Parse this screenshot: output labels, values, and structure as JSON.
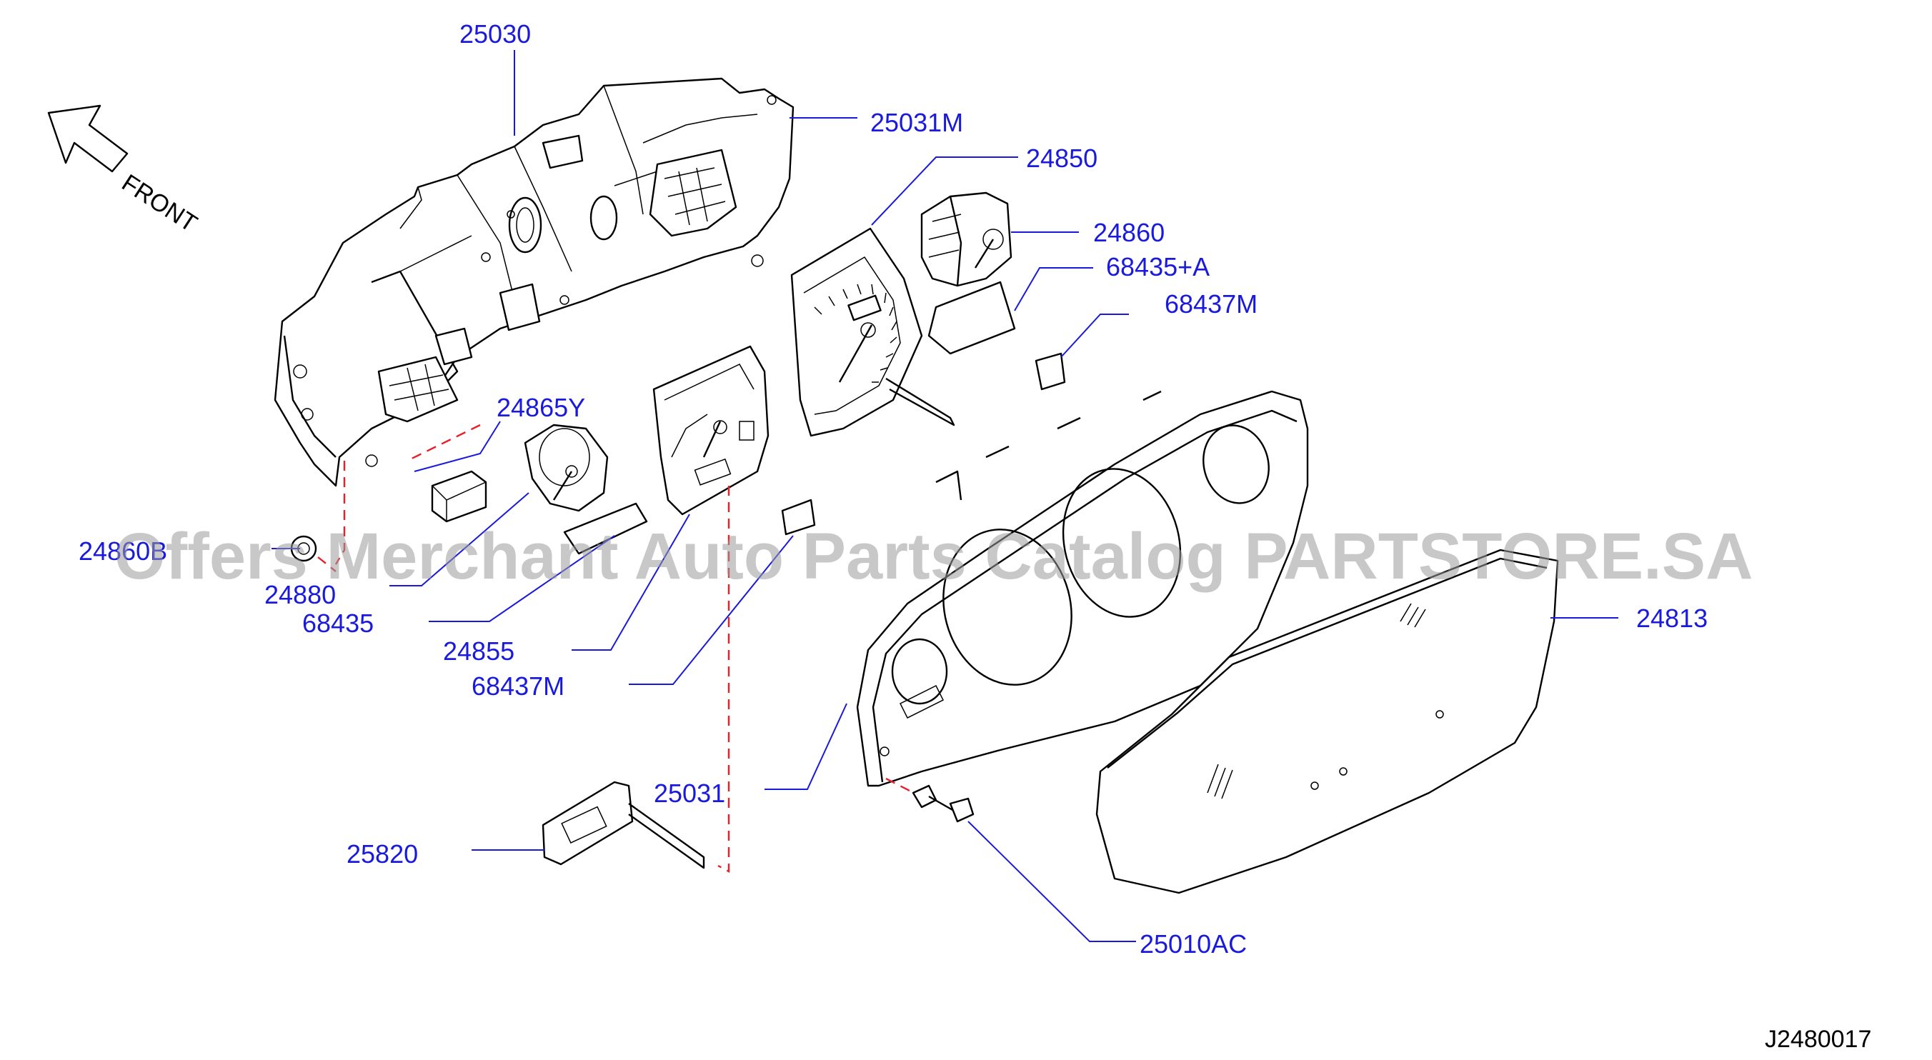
{
  "diagram": {
    "direction_label": "FRONT",
    "drawing_code": "J2480017",
    "watermark": "Offers Merchant Auto Parts Catalog PARTSTORE.SA",
    "part_labels": {
      "p25030": "25030",
      "p25031m": "25031M",
      "p24850": "24850",
      "p24860": "24860",
      "p68435a": "68435+A",
      "p68437m_top": "68437M",
      "p24865y": "24865Y",
      "p24860b": "24860B",
      "p24880": "24880",
      "p68435": "68435",
      "p24855": "24855",
      "p68437m_low": "68437M",
      "p24813": "24813",
      "p25031": "25031",
      "p25820": "25820",
      "p25010ac": "25010AC"
    }
  }
}
